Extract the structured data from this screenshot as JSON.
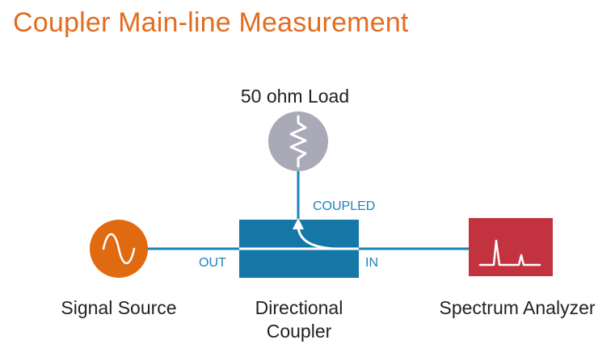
{
  "title": "Coupler Main-line Measurement",
  "load": {
    "label": "50 ohm Load"
  },
  "ports": {
    "coupled": "COUPLED",
    "out": "OUT",
    "in": "IN"
  },
  "components": {
    "signal_source": "Signal Source",
    "directional_coupler": [
      "Directional",
      "Coupler"
    ],
    "spectrum_analyzer": "Spectrum Analyzer"
  },
  "colors": {
    "title": "#e36c1f",
    "line": "#1a84b8",
    "coupler": "#1577a6",
    "source": "#e06a10",
    "load": "#a9a9b7",
    "analyzer": "#c3333f",
    "text": "#222222"
  }
}
